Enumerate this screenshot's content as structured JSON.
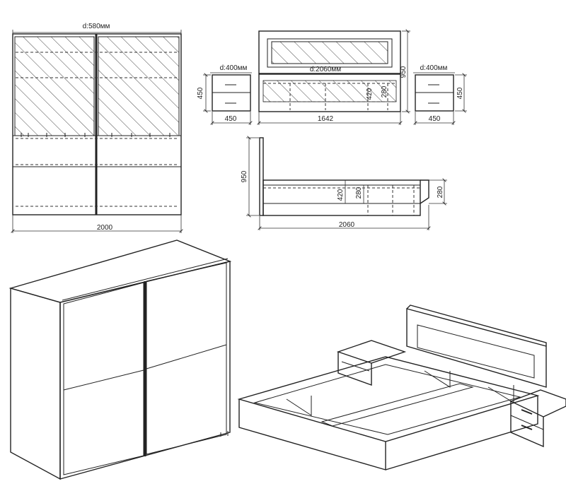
{
  "wardrobe_front": {
    "depth_label": "d:580мм",
    "width_label": "2000"
  },
  "nightstand_left": {
    "depth_label": "d:400мм",
    "height_label": "450",
    "width_label": "450"
  },
  "bed_front": {
    "depth_label": "d:2060мм",
    "width_label": "1642",
    "height_label": "950",
    "inner_height_label": "420",
    "rail_height_label": "280"
  },
  "nightstand_right": {
    "depth_label": "d:400мм",
    "height_label": "450",
    "width_label": "450"
  },
  "bed_side": {
    "height_label": "950",
    "inner_height_label": "420",
    "mid_height_label": "280",
    "rail_height_label": "280",
    "length_label": "2060"
  }
}
